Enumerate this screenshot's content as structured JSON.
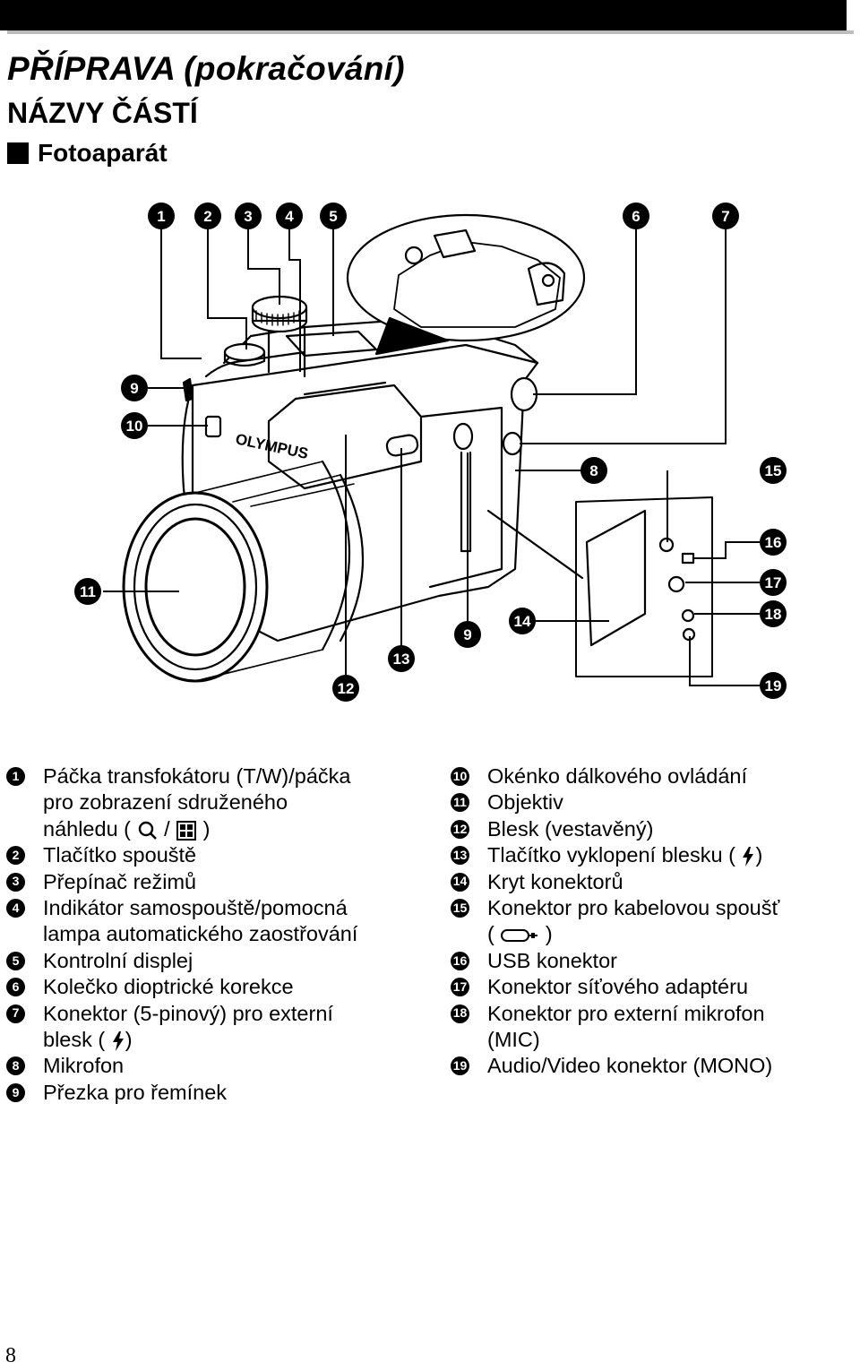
{
  "header": {
    "title": "PŘÍPRAVA (pokračování)",
    "subtitle": "NÁZVY ČÁSTÍ",
    "section": "Fotoaparát"
  },
  "callout_numbers": [
    "1",
    "2",
    "3",
    "4",
    "5",
    "6",
    "7",
    "8",
    "9",
    "10",
    "11",
    "12",
    "13",
    "14",
    "15",
    "16",
    "17",
    "18",
    "19"
  ],
  "camera_brand": "OLYMPUS",
  "parts_left": [
    {
      "num": "1",
      "lines": [
        "Páčka transfokátoru (T/W)/páčka",
        "pro zobrazení sdruženého"
      ],
      "tail_before": "náhledu (",
      "tail_mid": "/",
      "tail_after": ")",
      "icons": [
        "magnify-icon",
        "index-grid-icon"
      ]
    },
    {
      "num": "2",
      "text": "Tlačítko spouště"
    },
    {
      "num": "3",
      "text": "Přepínač režimů"
    },
    {
      "num": "4",
      "lines": [
        "Indikátor samospouště/pomocná",
        "lampa automatického zaostřování"
      ]
    },
    {
      "num": "5",
      "text": "Kontrolní displej"
    },
    {
      "num": "6",
      "text": "Kolečko dioptrické korekce"
    },
    {
      "num": "7",
      "lines": [
        "Konektor (5-pinový) pro externí"
      ],
      "tail_before": "blesk (",
      "tail_after": ")",
      "icons": [
        "flash-icon"
      ]
    },
    {
      "num": "8",
      "text": "Mikrofon"
    },
    {
      "num": "9",
      "text": "Přezka pro řemínek"
    }
  ],
  "parts_right": [
    {
      "num": "10",
      "text": "Okénko dálkového ovládání"
    },
    {
      "num": "11",
      "text": "Objektiv"
    },
    {
      "num": "12",
      "text": "Blesk (vestavěný)"
    },
    {
      "num": "13",
      "text_before": "Tlačítko vyklopení blesku (",
      "text_after": ")",
      "icons": [
        "flash-icon"
      ]
    },
    {
      "num": "14",
      "text": "Kryt konektorů"
    },
    {
      "num": "15",
      "lines": [
        "Konektor pro kabelovou spoušť"
      ],
      "tail_before": "(",
      "tail_after": ")",
      "icons": [
        "cable-release-icon"
      ]
    },
    {
      "num": "16",
      "text": "USB konektor"
    },
    {
      "num": "17",
      "text": "Konektor síťového adaptéru"
    },
    {
      "num": "18",
      "lines": [
        "Konektor pro externí mikrofon",
        "(MIC)"
      ]
    },
    {
      "num": "19",
      "text": "Audio/Video konektor (MONO)"
    }
  ],
  "page_number": "8"
}
